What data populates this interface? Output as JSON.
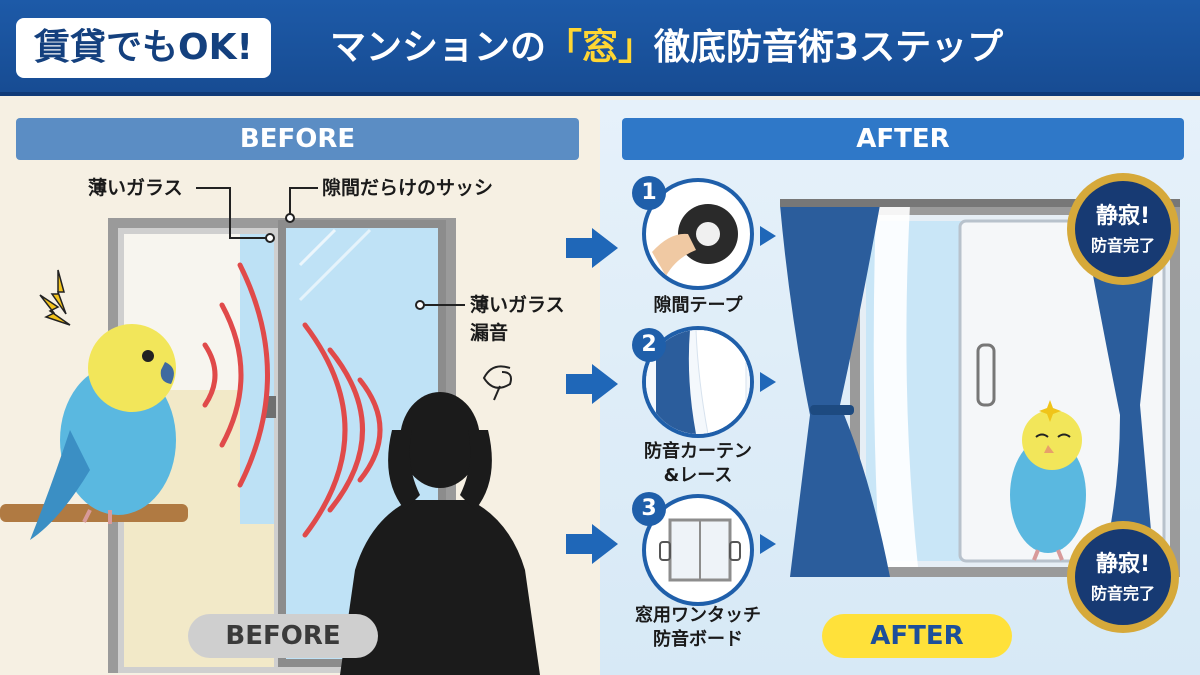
{
  "header": {
    "badge": "賃貸でもOK!",
    "title_pre": "マンションの",
    "title_hl": "「窓」",
    "title_post": "徹底防音術3ステップ"
  },
  "before": {
    "bar_label": "BEFORE",
    "callout_thin_glass": "薄いガラス",
    "callout_sash": "隙間だらけのサッシ",
    "callout_leak_1": "薄いガラス",
    "callout_leak_2": "漏音",
    "pill_label": "BEFORE"
  },
  "after": {
    "bar_label": "AFTER",
    "pill_label": "AFTER",
    "stamp_line1": "静寂!",
    "stamp_line2": "防音完了"
  },
  "steps": [
    {
      "num": "1",
      "label_1": "隙間テープ",
      "label_2": "",
      "icon": "tape-icon"
    },
    {
      "num": "2",
      "label_1": "防音カーテン",
      "label_2": "&レース",
      "icon": "curtain-icon"
    },
    {
      "num": "3",
      "label_1": "窓用ワンタッチ",
      "label_2": "防音ボード",
      "icon": "board-icon"
    }
  ],
  "colors": {
    "header_blue": "#1d5aa8",
    "accent_yellow": "#ffd633",
    "sound_red": "#e04a4a",
    "curtain_blue": "#2b5d9c",
    "navy_stamp": "#173a73",
    "gold_ring": "#d6a93a"
  }
}
